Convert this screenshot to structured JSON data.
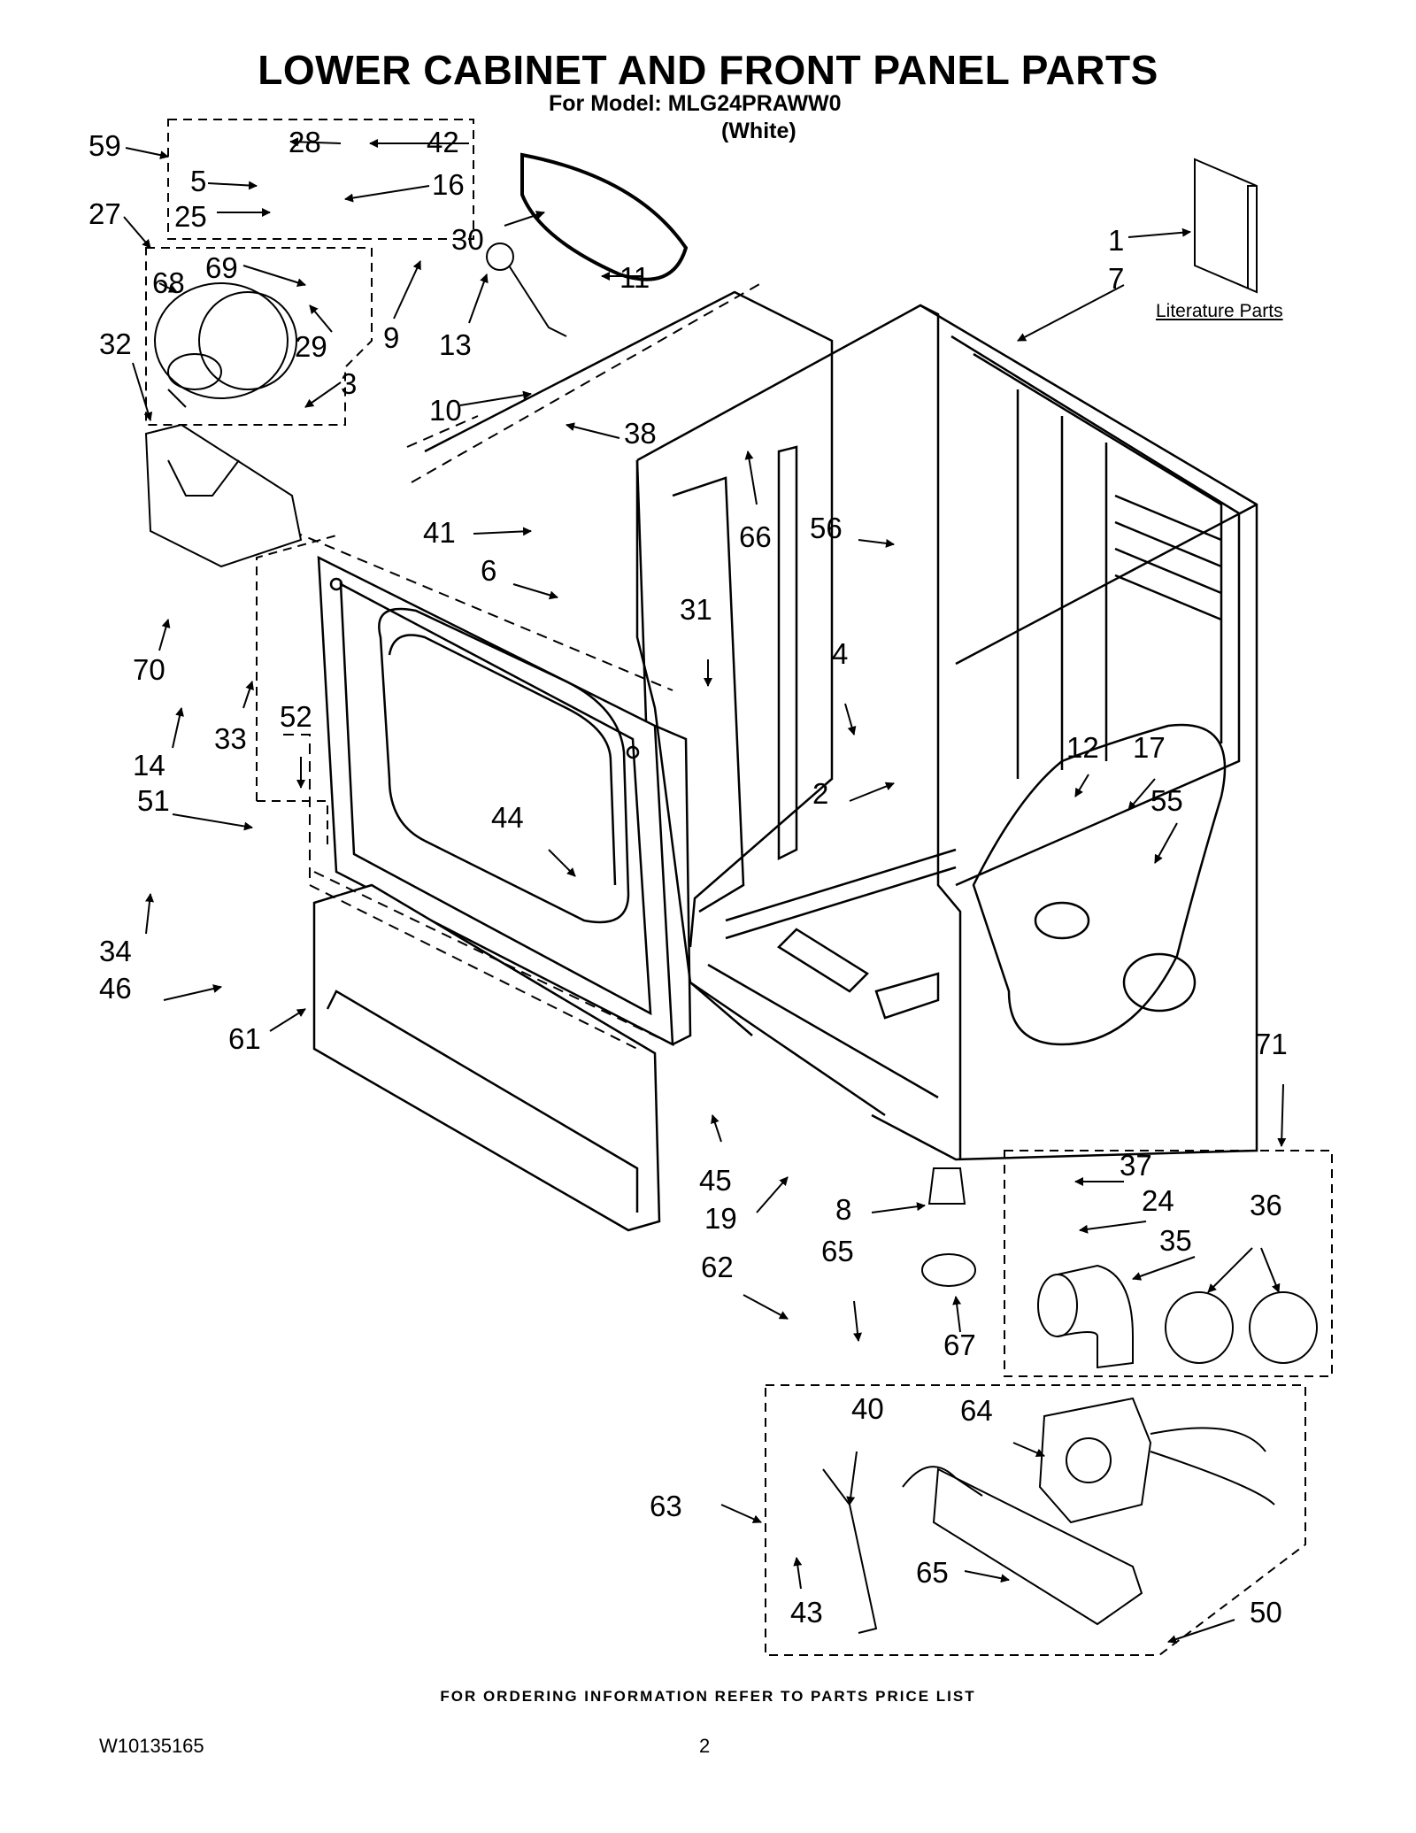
{
  "header": {
    "title": "LOWER CABINET AND FRONT PANEL PARTS",
    "model_line": "For Model: MLG24PRAWW0",
    "color_line": "(White)"
  },
  "literature_label": "Literature Parts",
  "callouts": {
    "c59": "59",
    "c28": "28",
    "c42": "42",
    "c5": "5",
    "c16": "16",
    "c27": "27",
    "c25": "25",
    "c30": "30",
    "c1": "1",
    "c7": "7",
    "c68": "68",
    "c69": "69",
    "c9": "9",
    "c13": "13",
    "c11": "11",
    "c32": "32",
    "c29": "29",
    "c3": "3",
    "c10": "10",
    "c38": "38",
    "c41": "41",
    "c66": "66",
    "c56": "56",
    "c6": "6",
    "c70": "70",
    "c31": "31",
    "c14": "14",
    "c33": "33",
    "c52": "52",
    "c4": "4",
    "c12": "12",
    "c17": "17",
    "c51": "51",
    "c2": "2",
    "c55": "55",
    "c44": "44",
    "c34": "34",
    "c46": "46",
    "c61": "61",
    "c71": "71",
    "c37": "37",
    "c24": "24",
    "c36": "36",
    "c45": "45",
    "c8": "8",
    "c35": "35",
    "c19": "19",
    "c65a": "65",
    "c62": "62",
    "c67": "67",
    "c40": "40",
    "c64": "64",
    "c63": "63",
    "c65b": "65",
    "c43": "43",
    "c50": "50"
  },
  "footer": {
    "ordering_note": "FOR ORDERING INFORMATION REFER TO PARTS PRICE LIST",
    "document_number": "W10135165",
    "page_number": "2"
  }
}
